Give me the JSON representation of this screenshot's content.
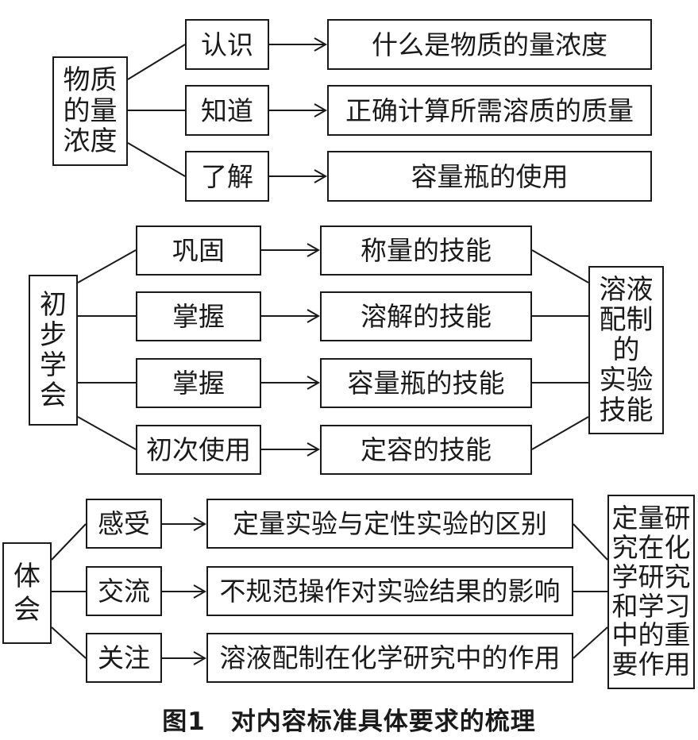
{
  "sections": [
    {
      "root": [
        "物质",
        "的量",
        "浓度"
      ],
      "verbs": [
        "认识",
        "知道",
        "了解"
      ],
      "items": [
        "什么是物质的量浓度",
        "正确计算所需溶质的质量",
        "容量瓶的使用"
      ]
    },
    {
      "root": [
        "初",
        "步",
        "学",
        "会"
      ],
      "verbs": [
        "巩固",
        "掌握",
        "掌握",
        "初次使用"
      ],
      "items": [
        "称量的技能",
        "溶解的技能",
        "容量瓶的技能",
        "定容的技能"
      ],
      "target": [
        "溶液",
        "配制",
        "的",
        "实验",
        "技能"
      ]
    },
    {
      "root": [
        "体",
        "会"
      ],
      "verbs": [
        "感受",
        "交流",
        "关注"
      ],
      "items": [
        "定量实验与定性实验的区别",
        "不规范操作对实验结果的影响",
        "溶液配制在化学研究中的作用"
      ],
      "target": [
        "定量研",
        "究在化",
        "学研究",
        "和学习",
        "中的重",
        "要作用"
      ]
    }
  ],
  "caption": "图1　对内容标准具体要求的梳理",
  "colors": {
    "ink": "#1a1a1a",
    "background": "#ffffff"
  }
}
